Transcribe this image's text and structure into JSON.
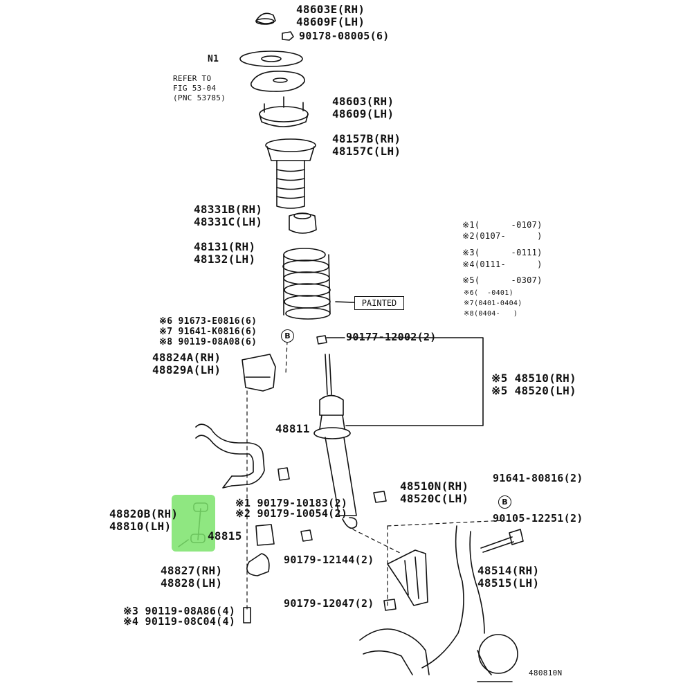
{
  "diagram_code": "480810N",
  "painted_label": "PAINTED",
  "circle_marker": "B",
  "notes": [
    "※1(      -0107)",
    "※2(0107-      )",
    "※3(      -0111)",
    "※4(0111-      )",
    "※5(      -0307)",
    "※6(  -0401)",
    "※7(0401-0404)",
    "※8(0404-   )"
  ],
  "parts": {
    "p48603E": "48603E(RH)\n48609F(LH)",
    "p90178": "90178-08005(6)",
    "n1": "N1",
    "refer": "REFER TO\nFIG 53-04\n(PNC 53785)",
    "p48603": "48603(RH)\n48609(LH)",
    "p48157": "48157B(RH)\n48157C(LH)",
    "p48331": "48331B(RH)\n48331C(LH)",
    "p48131": "48131(RH)\n48132(LH)",
    "p91673": "※6 91673-E0816(6)\n※7 91641-K0816(6)\n※8 90119-08A08(6)",
    "p90177": "90177-12002(2)",
    "p48824": "48824A(RH)\n48829A(LH)",
    "p48510": "※5 48510(RH)\n※5 48520(LH)",
    "p48811": "48811",
    "p48510N": "48510N(RH)\n48520C(LH)",
    "p91641": "91641-80816(2)",
    "p90179a": "※1 90179-10183(2)\n※2 90179-10054(2)",
    "p48820": "48820B(RH)\n48810(LH)",
    "p48815": "48815",
    "p90105": "90105-12251(2)",
    "p90179b": "90179-12144(2)",
    "p48514": "48514(RH)\n48515(LH)",
    "p48827": "48827(RH)\n48828(LH)",
    "p90179c": "90179-12047(2)",
    "p90119": "※3 90119-08A86(4)\n※4 90119-08C04(4)"
  },
  "colors": {
    "highlight": "#7be36b",
    "ink": "#111111"
  }
}
